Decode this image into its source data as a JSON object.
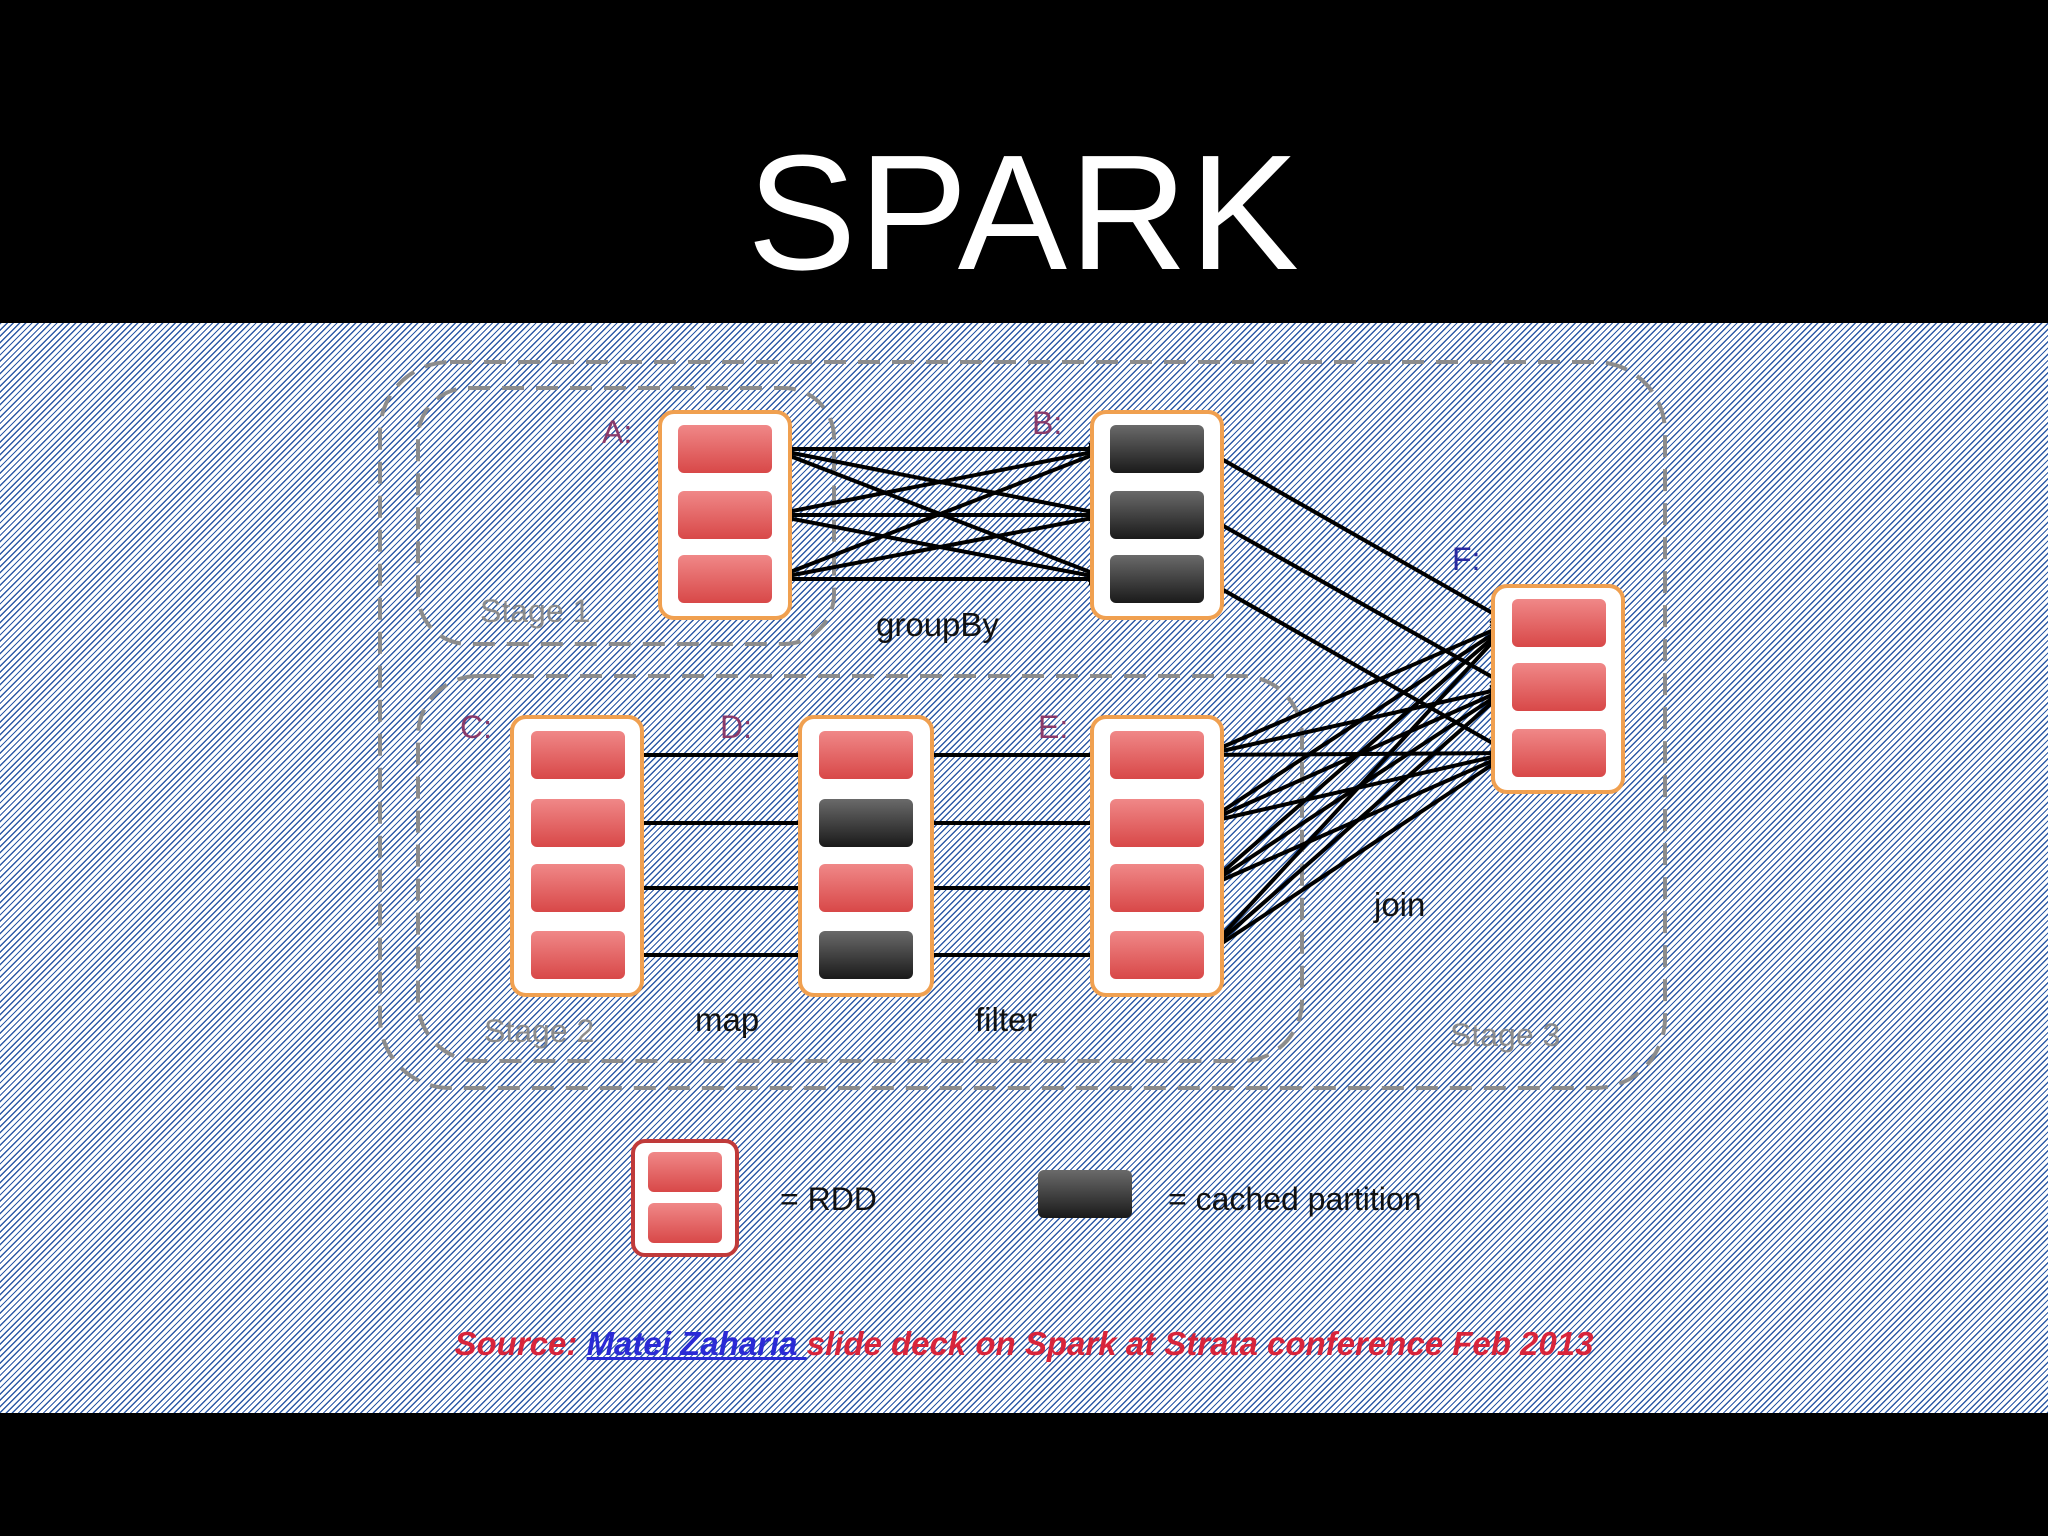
{
  "slide": {
    "title": "SPARK"
  },
  "diagram": {
    "rdd_labels": {
      "a": "A:",
      "b": "B:",
      "c": "C:",
      "d": "D:",
      "e": "E:",
      "f": "F:"
    },
    "stage_labels": [
      "Stage 1",
      "Stage 2",
      "Stage 3"
    ],
    "operations": {
      "group_by": "groupBy",
      "map": "map",
      "filter": "filter",
      "join": "join"
    },
    "legend": {
      "rdd": "= RDD",
      "cached_partition": "= cached partition"
    },
    "colors": {
      "partition": "#e35a5a",
      "cached_partition": "#3a3a3a",
      "rdd_border": "#f0a050",
      "stage_border": "#8c8c8c",
      "label_purple": "#8a3a6a",
      "label_blue": "#2a2aa0"
    }
  },
  "source": {
    "prefix": "Source: ",
    "author": "Matei Zaharia ",
    "suffix": "slide deck on Spark at Strata conference Feb 2013"
  }
}
